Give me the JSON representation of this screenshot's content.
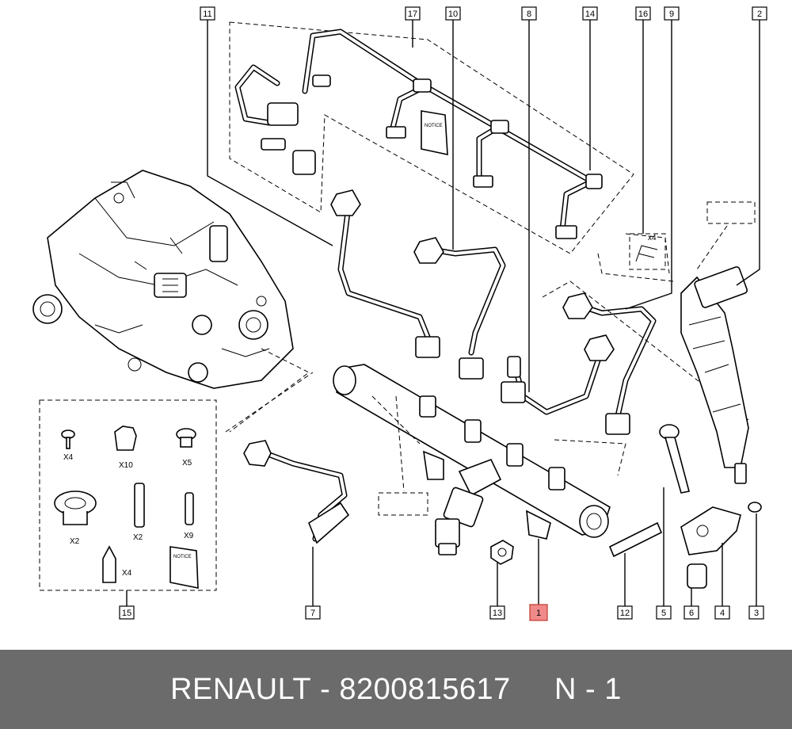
{
  "callouts": {
    "c1": "1",
    "c2": "2",
    "c3": "3",
    "c4": "4",
    "c5": "5",
    "c6": "6",
    "c7": "7",
    "c8": "8",
    "c9": "9",
    "c10": "10",
    "c11": "11",
    "c12": "12",
    "c13": "13",
    "c14": "14",
    "c15": "15",
    "c16": "16",
    "c17": "17"
  },
  "highlighted_callout": "1",
  "kit_quantities": {
    "q1": "X4",
    "q2": "X10",
    "q3": "X5",
    "q4": "X2",
    "q5": "X2",
    "q6": "X9",
    "q7": "X4"
  },
  "clip_quantity": "x4",
  "booklet_label": "NOTICE",
  "footer": {
    "brand": "RENAULT",
    "separator": " - ",
    "part_number": "8200815617",
    "gap": "     ",
    "position": "N - 1"
  },
  "colors": {
    "highlight": "#f08a8a",
    "footer_bg": "#6b6b6b",
    "footer_text": "#ffffff"
  }
}
